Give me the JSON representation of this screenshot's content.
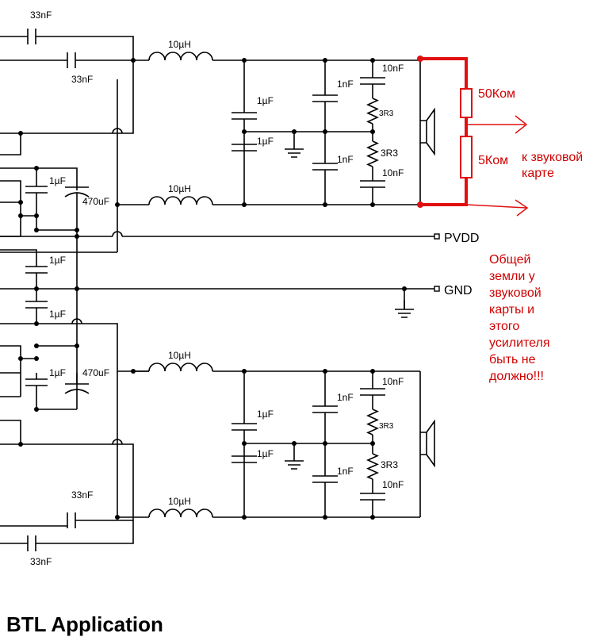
{
  "labels": {
    "c33_top1": "33nF",
    "c33_top2": "33nF",
    "c33_bot1": "33nF",
    "c33_bot2": "33nF",
    "l_top1": "10µH",
    "l_top2": "10µH",
    "l_bot1": "10µH",
    "l_bot2": "10µH",
    "c1u": "1µF",
    "c1u_plain": "1µF",
    "c1n": "1nF",
    "c10n": "10nF",
    "r3r3": "3R3",
    "c470": "470uF"
  },
  "nets": {
    "pvdd": "PVDD",
    "gnd": "GND"
  },
  "annotations": {
    "r50k": "50Ком",
    "r5k": "5Ком",
    "to_card_1": "к звуковой",
    "to_card_2": "карте",
    "warning": [
      "Общей",
      "земли у",
      "звуковой",
      "карты и",
      "этого",
      "усилителя",
      "быть не",
      "должно!!!"
    ]
  },
  "footer": {
    "title": "BTL Application"
  },
  "colors": {
    "wire": "#000000",
    "annotation": "#e01010"
  }
}
